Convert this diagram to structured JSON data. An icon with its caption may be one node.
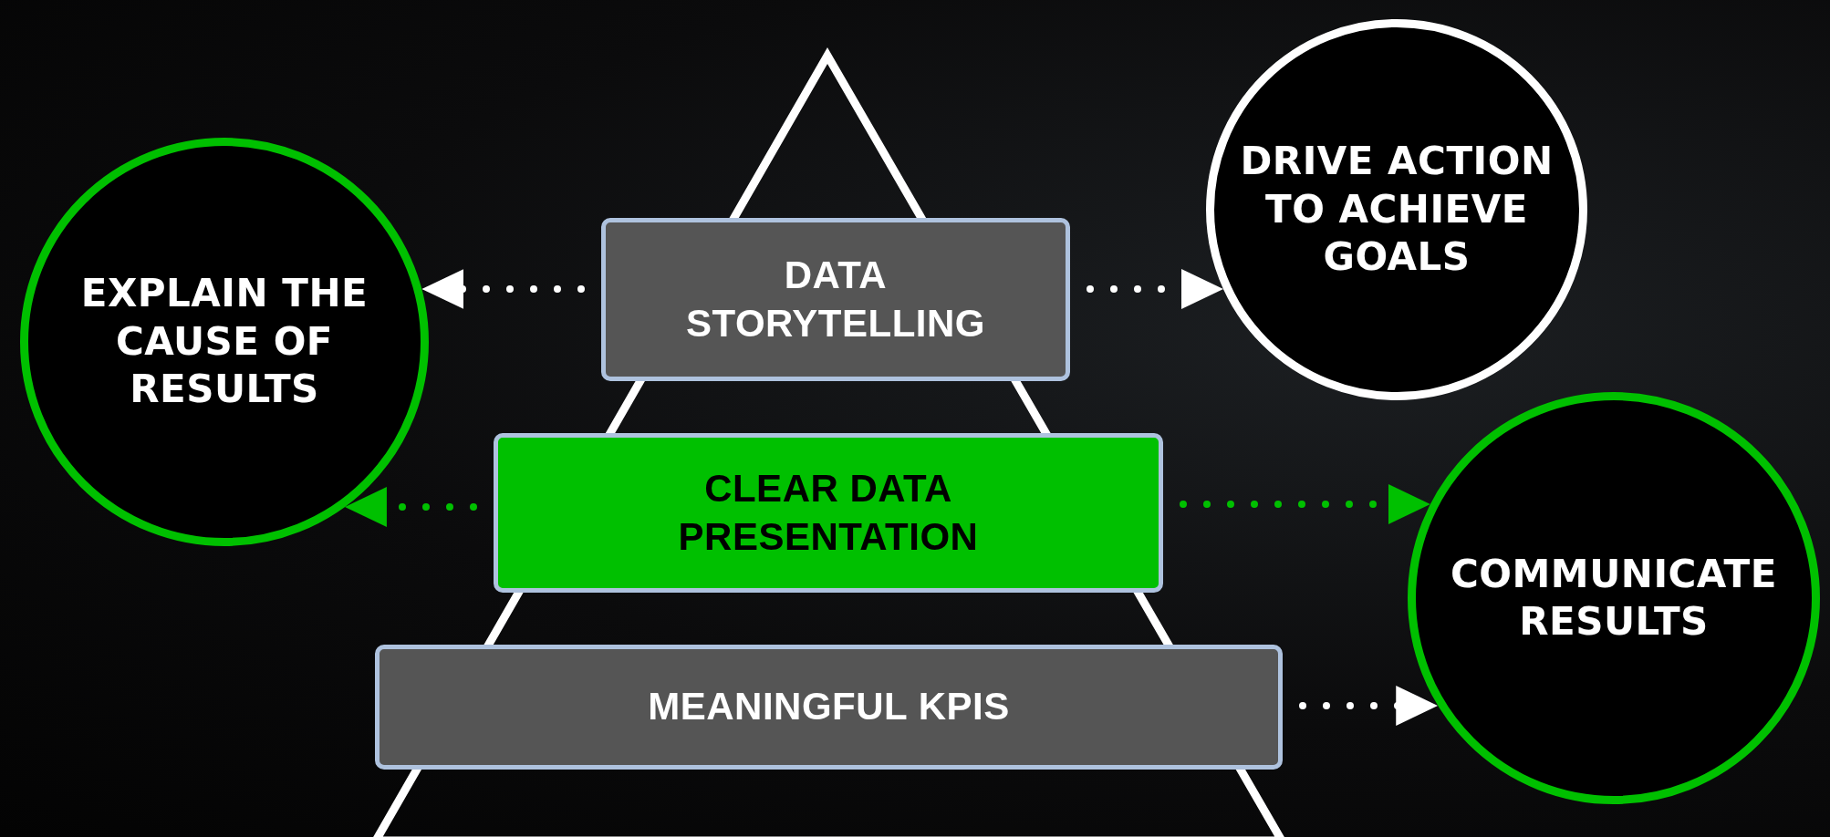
{
  "diagram": {
    "nodes": [
      {
        "text": [
          "EXPLAIN THE CAUSE OF RESULTS"
        ]
      },
      {
        "text": [
          "DATA STORYTELLING"
        ]
      },
      {
        "text": [
          "DRIVE ACTION TO ACHIEVE GOALS"
        ]
      },
      {
        "text": [
          "CLEAR DATA PRESENTATION"
        ]
      },
      {
        "text": [
          "COMMUNICATE RESULTS"
        ]
      },
      {
        "text": [
          "MEANINGFUL KPIS"
        ]
      }
    ],
    "edges": [
      {
        "from": 1,
        "to": 0,
        "arrow": "to",
        "style": "dashed"
      },
      {
        "from": 1,
        "to": 2,
        "arrow": "to",
        "style": "dashed"
      },
      {
        "from": 3,
        "to": 0,
        "arrow": "to",
        "style": "dashed",
        "color": "#00c000"
      },
      {
        "from": 3,
        "to": 4,
        "arrow": "to",
        "style": "dashed",
        "color": "#00c000"
      },
      {
        "from": 5,
        "to": 4,
        "arrow": "to",
        "style": "dashed"
      }
    ]
  }
}
